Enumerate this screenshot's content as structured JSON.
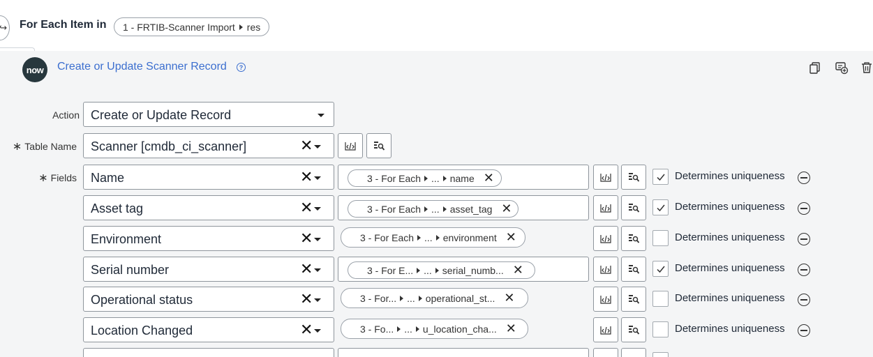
{
  "foreach": {
    "title": "For Each Item in",
    "pill_source": "1 - FRTIB-Scanner Import",
    "pill_field": "res"
  },
  "step": {
    "title": "Create or Update Scanner Record",
    "logo_text": "now",
    "toolbar_icons": [
      "copy-icon",
      "add-comment-icon",
      "trash-icon"
    ]
  },
  "action": {
    "label": "Action",
    "value": "Create or Update Record"
  },
  "table": {
    "required_mark": "∗",
    "label": "Table Name",
    "value": "Scanner [cmdb_ci_scanner]"
  },
  "fields": {
    "required_mark": "∗",
    "label": "Fields",
    "uniqueness_label": "Determines uniqueness",
    "rows": [
      {
        "name": "Name",
        "pill_prefix": "3 - For Each",
        "pill_mid": "...",
        "pill_value": "name",
        "unique": true,
        "boxed": true
      },
      {
        "name": "Asset tag",
        "pill_prefix": "3 - For Each",
        "pill_mid": "...",
        "pill_value": "asset_tag",
        "unique": true,
        "boxed": true
      },
      {
        "name": "Environment",
        "pill_prefix": "3 - For Each",
        "pill_mid": "...",
        "pill_value": "environment",
        "unique": false,
        "boxed": false
      },
      {
        "name": "Serial number",
        "pill_prefix": "3 - For E...",
        "pill_mid": "...",
        "pill_value": "serial_numb...",
        "unique": true,
        "boxed": true
      },
      {
        "name": "Operational status",
        "pill_prefix": "3 - For...",
        "pill_mid": "...",
        "pill_value": "operational_st...",
        "unique": false,
        "boxed": false
      },
      {
        "name": "Location Changed",
        "pill_prefix": "3 - Fo...",
        "pill_mid": "...",
        "pill_value": "u_location_cha...",
        "unique": false,
        "boxed": false
      }
    ]
  }
}
